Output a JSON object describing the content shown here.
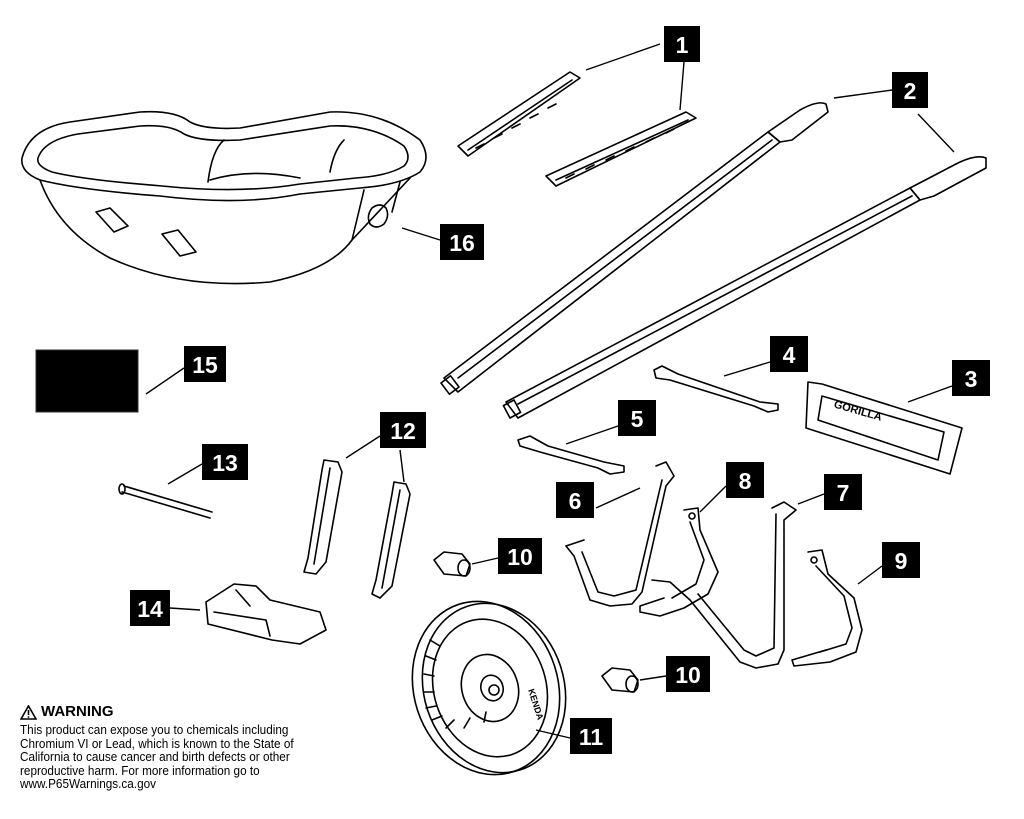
{
  "diagram": {
    "brand_label": "GORILLA",
    "wheel_label": "KENDA",
    "callouts": [
      {
        "id": "1",
        "label": "1"
      },
      {
        "id": "2",
        "label": "2"
      },
      {
        "id": "3",
        "label": "3"
      },
      {
        "id": "4",
        "label": "4"
      },
      {
        "id": "5",
        "label": "5"
      },
      {
        "id": "6",
        "label": "6"
      },
      {
        "id": "7",
        "label": "7"
      },
      {
        "id": "8",
        "label": "8"
      },
      {
        "id": "9",
        "label": "9"
      },
      {
        "id": "10a",
        "label": "10"
      },
      {
        "id": "10b",
        "label": "10"
      },
      {
        "id": "11",
        "label": "11"
      },
      {
        "id": "12",
        "label": "12"
      },
      {
        "id": "13",
        "label": "13"
      },
      {
        "id": "14",
        "label": "14"
      },
      {
        "id": "15",
        "label": "15"
      },
      {
        "id": "16",
        "label": "16"
      }
    ]
  },
  "warning": {
    "icon": "warning-triangle-icon",
    "title": "WARNING",
    "body": "This product can expose you to chemicals including Chromium VI or Lead, which is known to the State of California to cause cancer and birth defects or other reproductive harm.  For more information go to www.P65Warnings.ca.gov"
  }
}
